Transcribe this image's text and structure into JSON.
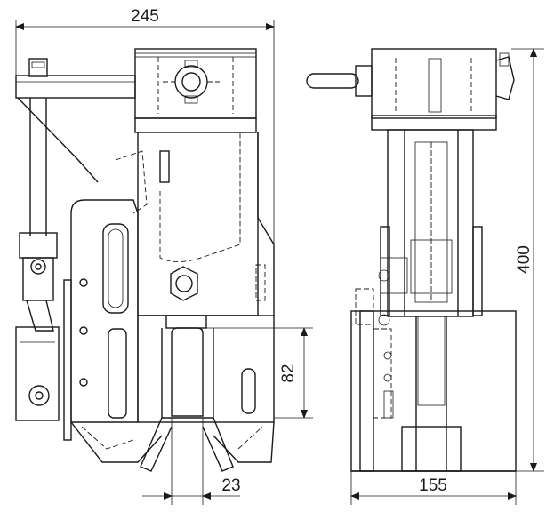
{
  "dimensions": {
    "overall_width": "245",
    "height": "400",
    "jaw_height": "82",
    "jaw_width": "23",
    "side_width": "155"
  }
}
